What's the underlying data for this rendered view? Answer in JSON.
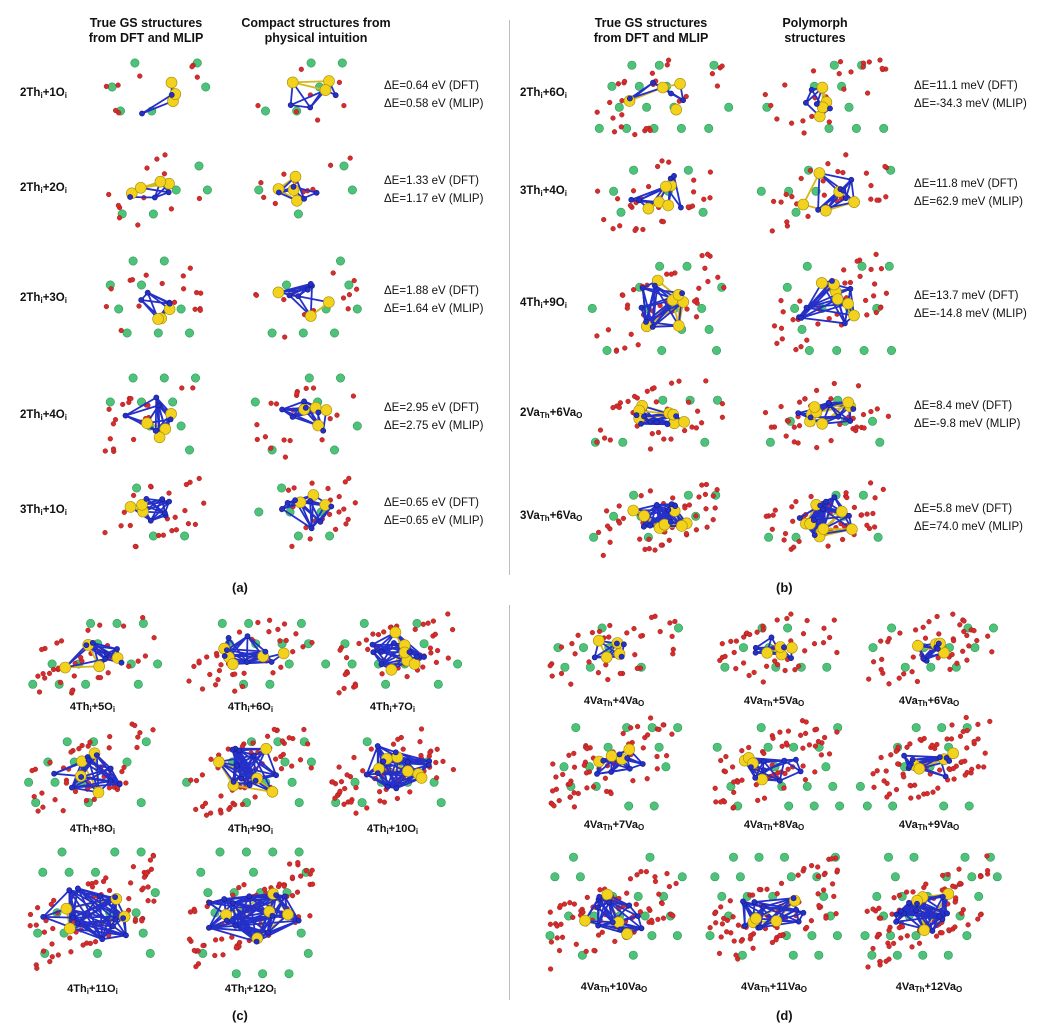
{
  "panel_a": {
    "header_left": "True GS structures from DFT and MLIP",
    "header_right": "Compact structures from physical intuition",
    "rows": [
      {
        "label_main": "2Th",
        "label_sub1": "i",
        "label_mid": "+1O",
        "label_sub2": "i",
        "dft": "ΔE=0.64 eV (DFT)",
        "mlip": "ΔE=0.58 eV (MLIP)"
      },
      {
        "label_main": "2Th",
        "label_sub1": "i",
        "label_mid": "+2O",
        "label_sub2": "i",
        "dft": "ΔE=1.33 eV (DFT)",
        "mlip": "ΔE=1.17 eV (MLIP)"
      },
      {
        "label_main": "2Th",
        "label_sub1": "i",
        "label_mid": "+3O",
        "label_sub2": "i",
        "dft": "ΔE=1.88 eV (DFT)",
        "mlip": "ΔE=1.64 eV (MLIP)"
      },
      {
        "label_main": "2Th",
        "label_sub1": "i",
        "label_mid": "+4O",
        "label_sub2": "i",
        "dft": "ΔE=2.95 eV (DFT)",
        "mlip": "ΔE=2.75 eV (MLIP)"
      },
      {
        "label_main": "3Th",
        "label_sub1": "i",
        "label_mid": "+1O",
        "label_sub2": "i",
        "dft": "ΔE=0.65 eV (DFT)",
        "mlip": "ΔE=0.65 eV (MLIP)"
      }
    ],
    "caption": "(a)"
  },
  "panel_b": {
    "header_left": "True GS structures from DFT and MLIP",
    "header_right": "Polymorph structures",
    "rows": [
      {
        "label_main": "2Th",
        "label_sub1": "i",
        "label_mid": "+6O",
        "label_sub2": "i",
        "dft": "ΔE=11.1 meV (DFT)",
        "mlip": "ΔE=-34.3 meV (MLIP)"
      },
      {
        "label_main": "3Th",
        "label_sub1": "i",
        "label_mid": "+4O",
        "label_sub2": "i",
        "dft": "ΔE=11.8 meV (DFT)",
        "mlip": "ΔE=62.9 meV (MLIP)"
      },
      {
        "label_main": "4Th",
        "label_sub1": "i",
        "label_mid": "+9O",
        "label_sub2": "i",
        "dft": "ΔE=13.7 meV (DFT)",
        "mlip": "ΔE=-14.8 meV (MLIP)"
      },
      {
        "label_main": "2Va",
        "label_sub1": "Th",
        "label_mid": "+6Va",
        "label_sub2": "O",
        "dft": "ΔE=8.4 meV (DFT)",
        "mlip": "ΔE=-9.8 meV (MLIP)"
      },
      {
        "label_main": "3Va",
        "label_sub1": "Th",
        "label_mid": "+6Va",
        "label_sub2": "O",
        "dft": "ΔE=5.8 meV (DFT)",
        "mlip": "ΔE=74.0 meV (MLIP)"
      }
    ],
    "caption": "(b)"
  },
  "panel_c": {
    "items": [
      {
        "main": "4Th",
        "sub1": "i",
        "mid": "+5O",
        "sub2": "i"
      },
      {
        "main": "4Th",
        "sub1": "i",
        "mid": "+6O",
        "sub2": "i"
      },
      {
        "main": "4Th",
        "sub1": "i",
        "mid": "+7O",
        "sub2": "i"
      },
      {
        "main": "4Th",
        "sub1": "i",
        "mid": "+8O",
        "sub2": "i"
      },
      {
        "main": "4Th",
        "sub1": "i",
        "mid": "+9O",
        "sub2": "i"
      },
      {
        "main": "4Th",
        "sub1": "i",
        "mid": "+10O",
        "sub2": "i"
      },
      {
        "main": "4Th",
        "sub1": "i",
        "mid": "+11O",
        "sub2": "i"
      },
      {
        "main": "4Th",
        "sub1": "i",
        "mid": "+12O",
        "sub2": "i"
      }
    ],
    "caption": "(c)"
  },
  "panel_d": {
    "items": [
      {
        "main": "4Va",
        "sub1": "Th",
        "mid": "+4Va",
        "sub2": "O"
      },
      {
        "main": "4Va",
        "sub1": "Th",
        "mid": "+5Va",
        "sub2": "O"
      },
      {
        "main": "4Va",
        "sub1": "Th",
        "mid": "+6Va",
        "sub2": "O"
      },
      {
        "main": "4Va",
        "sub1": "Th",
        "mid": "+7Va",
        "sub2": "O"
      },
      {
        "main": "4Va",
        "sub1": "Th",
        "mid": "+8Va",
        "sub2": "O"
      },
      {
        "main": "4Va",
        "sub1": "Th",
        "mid": "+9Va",
        "sub2": "O"
      },
      {
        "main": "4Va",
        "sub1": "Th",
        "mid": "+10Va",
        "sub2": "O"
      },
      {
        "main": "4Va",
        "sub1": "Th",
        "mid": "+11Va",
        "sub2": "O"
      },
      {
        "main": "4Va",
        "sub1": "Th",
        "mid": "+12Va",
        "sub2": "O"
      }
    ],
    "caption": "(d)"
  },
  "colors": {
    "thorium_lattice": "#4fc27a",
    "oxygen": "#d82b2b",
    "defect_th": "#f2d21c",
    "defect_o": "#2430c8",
    "separator": "#bdbdbd"
  }
}
